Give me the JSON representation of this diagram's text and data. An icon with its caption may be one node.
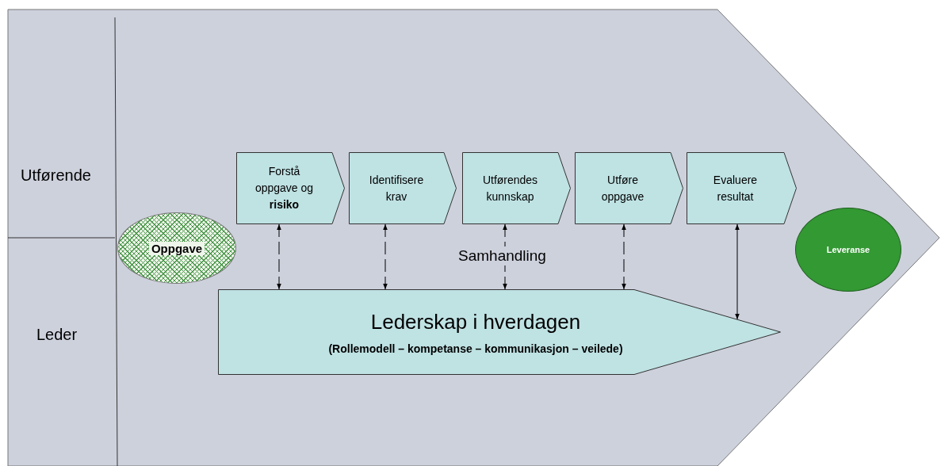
{
  "diagram": {
    "nodes": [
      {
        "text": [
          "Forstå oppgave og **risiko**"
        ]
      },
      {
        "text": [
          "Identifisere krav"
        ]
      },
      {
        "text": [
          "Utførendes kunnskap"
        ]
      },
      {
        "text": [
          "Utføre oppgave"
        ]
      },
      {
        "text": [
          "Evaluere resultat"
        ]
      },
      {
        "text": [
          "Oppgave"
        ]
      },
      {
        "text": [
          "Leveranse"
        ]
      },
      {
        "text": [
          "Lederskap i hverdagen",
          "(Rollemodell – kompetanse – kommunikasjon – veilede)"
        ]
      }
    ],
    "edges": [
      {
        "from": 0,
        "to": 7,
        "arrow": "both",
        "style": "dashed"
      },
      {
        "from": 1,
        "to": 7,
        "arrow": "both",
        "style": "dashed"
      },
      {
        "from": 2,
        "to": 7,
        "arrow": "both",
        "style": "dashed",
        "label": "Samhandling"
      },
      {
        "from": 3,
        "to": 7,
        "arrow": "both",
        "style": "dashed"
      },
      {
        "from": 4,
        "to": 7,
        "arrow": "both"
      }
    ],
    "labels": [
      "Utførende",
      "Leder"
    ]
  }
}
